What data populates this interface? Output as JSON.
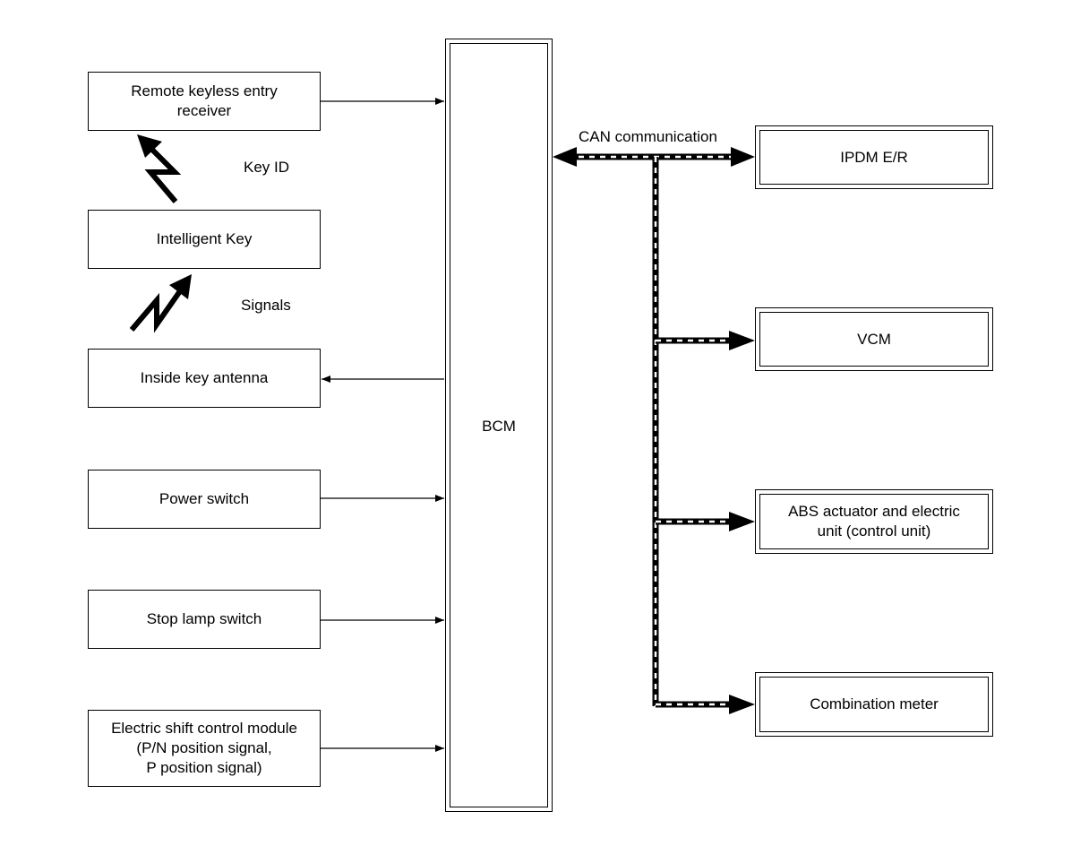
{
  "inputs": {
    "remote_keyless_entry_receiver": "Remote keyless entry\nreceiver",
    "intelligent_key": "Intelligent Key",
    "inside_key_antenna": "Inside key antenna",
    "power_switch": "Power switch",
    "stop_lamp_switch": "Stop lamp switch",
    "electric_shift_control_module": "Electric shift control module\n(P/N position signal,\nP position signal)"
  },
  "wireless": {
    "key_id": "Key ID",
    "signals": "Signals"
  },
  "bcm": "BCM",
  "can": {
    "label": "CAN communication",
    "nodes": {
      "ipdm": "IPDM E/R",
      "vcm": "VCM",
      "abs": "ABS actuator and electric\nunit (control unit)",
      "combination_meter": "Combination meter"
    }
  }
}
